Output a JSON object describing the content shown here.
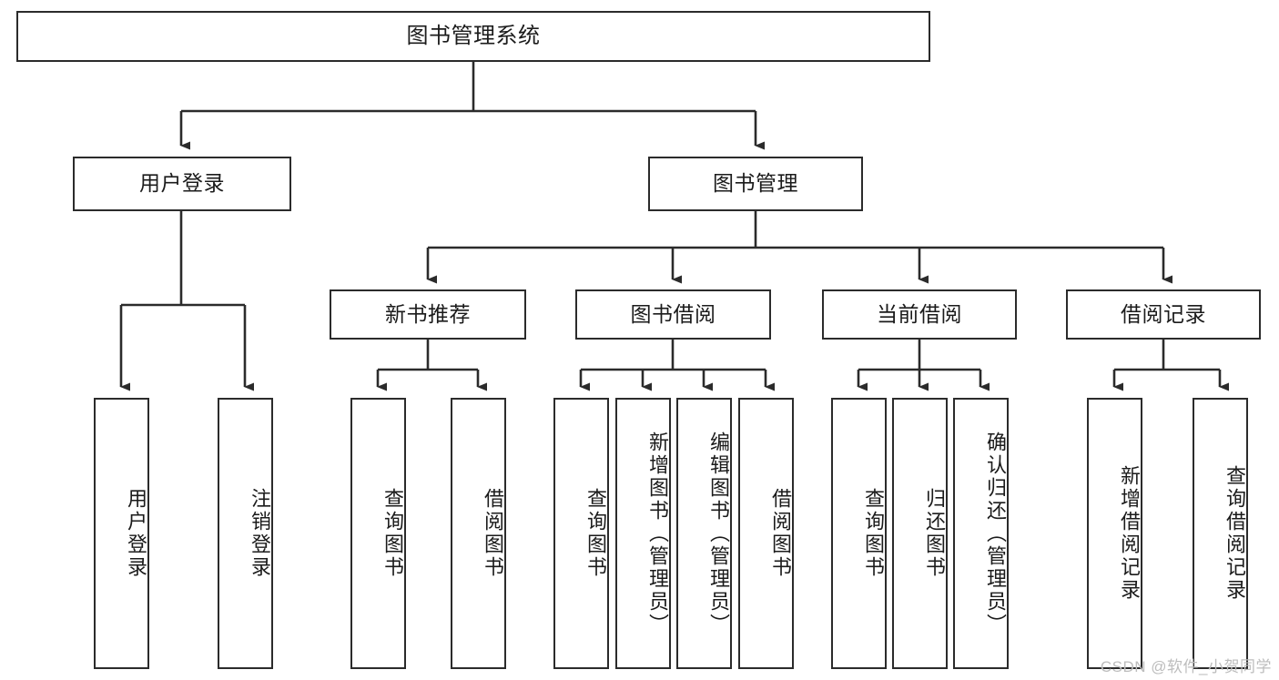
{
  "diagram": {
    "type": "tree-hierarchy",
    "title": "图书管理系统",
    "levels": 4,
    "nodes": {
      "root": {
        "label": "图书管理系统",
        "level": 0
      },
      "l1": [
        {
          "id": "user-login",
          "label": "用户登录"
        },
        {
          "id": "book-manage",
          "label": "图书管理"
        }
      ],
      "l2": [
        {
          "id": "new-book-rec",
          "label": "新书推荐",
          "parent": "book-manage"
        },
        {
          "id": "book-borrow",
          "label": "图书借阅",
          "parent": "book-manage"
        },
        {
          "id": "current-borrow",
          "label": "当前借阅",
          "parent": "book-manage"
        },
        {
          "id": "borrow-record",
          "label": "借阅记录",
          "parent": "book-manage"
        }
      ],
      "leaves": [
        {
          "id": "leaf-user-login",
          "label": "用户登录",
          "parent": "user-login"
        },
        {
          "id": "leaf-logout",
          "label": "注销登录",
          "parent": "user-login"
        },
        {
          "id": "leaf-query-book-1",
          "label": "查询图书",
          "parent": "new-book-rec"
        },
        {
          "id": "leaf-borrow-book-1",
          "label": "借阅图书",
          "parent": "new-book-rec"
        },
        {
          "id": "leaf-query-book-2",
          "label": "查询图书",
          "parent": "book-borrow"
        },
        {
          "id": "leaf-add-book",
          "label": "新增图书（管理员）",
          "parent": "book-borrow"
        },
        {
          "id": "leaf-edit-book",
          "label": "编辑图书（管理员）",
          "parent": "book-borrow"
        },
        {
          "id": "leaf-borrow-book-2",
          "label": "借阅图书",
          "parent": "book-borrow"
        },
        {
          "id": "leaf-query-book-3",
          "label": "查询图书",
          "parent": "current-borrow"
        },
        {
          "id": "leaf-return-book",
          "label": "归还图书",
          "parent": "current-borrow"
        },
        {
          "id": "leaf-confirm-return",
          "label": "确认归还（管理员）",
          "parent": "current-borrow"
        },
        {
          "id": "leaf-add-record",
          "label": "新增借阅记录",
          "parent": "borrow-record"
        },
        {
          "id": "leaf-query-record",
          "label": "查询借阅记录",
          "parent": "borrow-record"
        }
      ]
    },
    "colors": {
      "stroke": "#2b2b2b",
      "fill": "#ffffff",
      "text": "#1b1b1b",
      "watermark": "#bdbdbd"
    }
  },
  "watermark": {
    "text": "CSDN @软件_小贺同学"
  }
}
